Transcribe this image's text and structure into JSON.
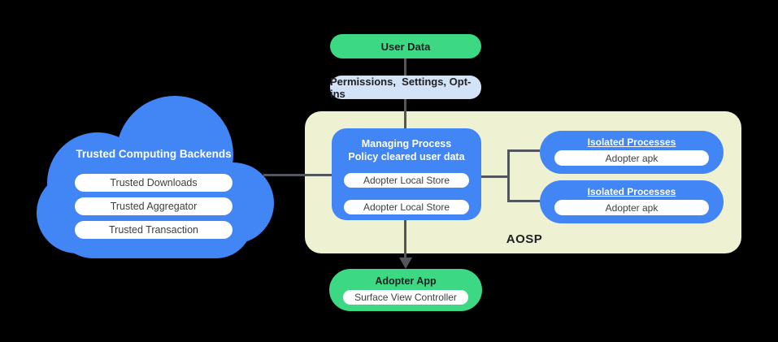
{
  "diagram": {
    "user_data": {
      "label": "User Data"
    },
    "permissions": {
      "label": "Permissions,  Settings, Opt-ins"
    },
    "cloud": {
      "title": "Trusted Computing Backends",
      "items": [
        "Trusted Downloads",
        "Trusted Aggregator",
        "Trusted Transaction"
      ]
    },
    "aosp": {
      "label": "AOSP",
      "managing_process": {
        "title_line1": "Managing Process",
        "title_line2": "Policy cleared user data",
        "stores": [
          "Adopter Local Store",
          "Adopter Local Store"
        ]
      },
      "isolated_processes": [
        {
          "title": "Isolated Processes",
          "item": "Adopter apk"
        },
        {
          "title": "Isolated Processes",
          "item": "Adopter apk"
        }
      ]
    },
    "adopter_app": {
      "title": "Adopter App",
      "item": "Surface View Controller"
    },
    "colors": {
      "blue": "#4285f4",
      "green": "#3dd884",
      "light_blue": "#d2e3f7",
      "aosp_background": "#eef2d3",
      "connector": "#53575c",
      "dark_text": "#202124",
      "background": "#000000"
    }
  }
}
